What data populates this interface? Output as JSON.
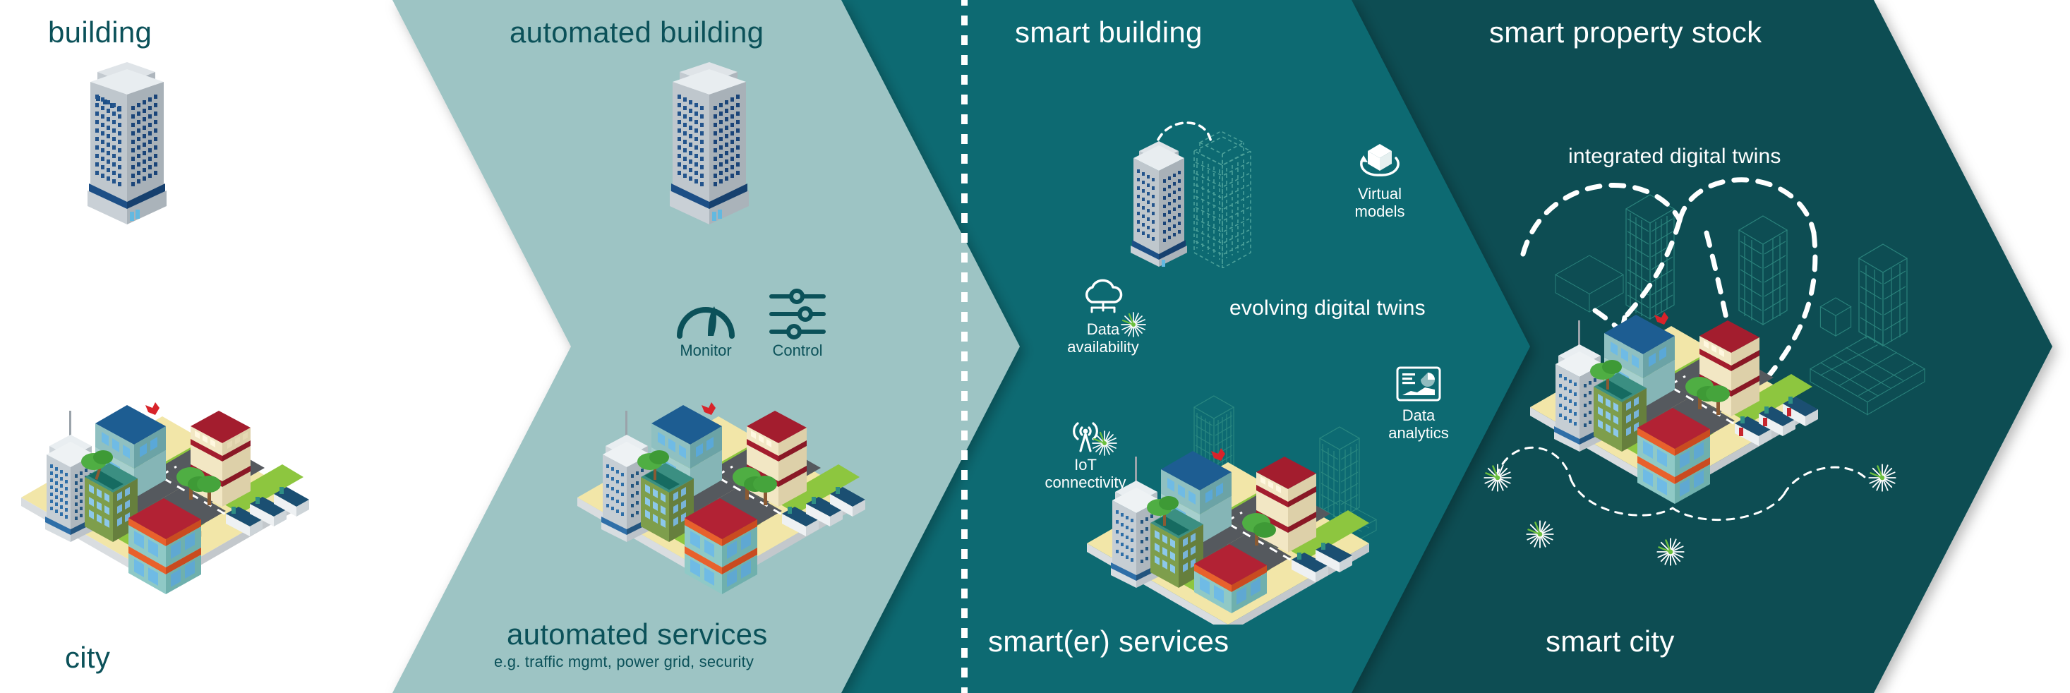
{
  "diagram": {
    "title_sequence": [
      "building",
      "automated building",
      "smart building",
      "smart property stock"
    ],
    "footer_sequence": [
      "city",
      "automated services",
      "smart(er) services",
      "smart city"
    ]
  },
  "colors": {
    "background": "#ffffff",
    "panel2_fill": "#9dc4c4",
    "panel3_fill": "#0c6b72",
    "panel4_fill": "#084e52",
    "dark_text": "#0b5159",
    "light_text": "#ffffff",
    "accent_green": "#6cbf3f",
    "red_accent": "#d8232a"
  },
  "stages": [
    {
      "id": "stage-building",
      "heading": "building",
      "footer": "city",
      "theme": "light",
      "icons": []
    },
    {
      "id": "stage-automated-building",
      "heading": "automated building",
      "footer": "automated services",
      "footer_sub": "e.g. traffic mgmt, power grid, security",
      "theme": "light",
      "icons": [
        {
          "label": "Monitor",
          "icon": "gauge-icon"
        },
        {
          "label": "Control",
          "icon": "sliders-icon"
        }
      ]
    },
    {
      "id": "stage-smart-building",
      "heading": "smart building",
      "footer": "smart(er) services",
      "center_note": "evolving digital twins",
      "theme": "dark",
      "icons": [
        {
          "label": "Virtual\nmodels",
          "label_line1": "Virtual",
          "label_line2": "models",
          "icon": "cube-rotate-icon"
        },
        {
          "label": "Data availability",
          "label_line1": "Data",
          "label_line2": "availability",
          "icon": "cloud-network-icon"
        },
        {
          "label": "IoT connectivity",
          "label_line1": "IoT",
          "label_line2": "connectivity",
          "icon": "antenna-signal-icon"
        },
        {
          "label": "Data analytics",
          "label_line1": "Data",
          "label_line2": "analytics",
          "icon": "analytics-dashboard-icon"
        }
      ]
    },
    {
      "id": "stage-smart-property-stock",
      "heading": "smart property stock",
      "footer": "smart city",
      "center_note": "integrated digital twins",
      "theme": "dark",
      "icons": []
    }
  ]
}
